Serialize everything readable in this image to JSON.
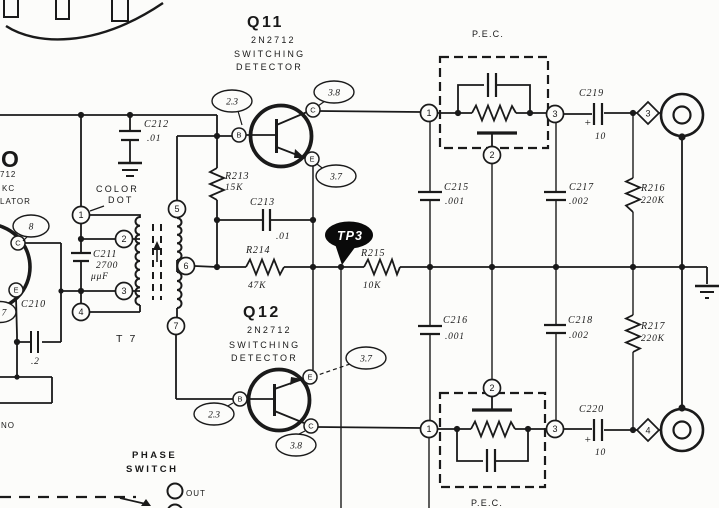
{
  "q11": {
    "ref": "Q11",
    "part": "2N2712",
    "role1": "SWITCHING",
    "role2": "DETECTOR",
    "v_base": "2.3",
    "v_collector": "3.8",
    "v_emitter": "3.7"
  },
  "q12": {
    "ref": "Q12",
    "part": "2N2712",
    "role1": "SWITCHING",
    "role2": "DETECTOR",
    "v_base": "2.3",
    "v_collector": "3.8",
    "v_emitter": "3.7"
  },
  "oscillator_partial": {
    "o": "O",
    "line1": "712",
    "line2": "KC",
    "line3": "LATOR",
    "v1": "8",
    "v2": "7"
  },
  "pins": {
    "b": "B",
    "c": "C",
    "e": "E"
  },
  "capacitors": {
    "c210": {
      "ref": "C210",
      "value": ".2"
    },
    "c211": {
      "ref": "C211",
      "value": "2700",
      "unit": "μμF"
    },
    "c212": {
      "ref": "C212",
      "value": ".01"
    },
    "c213": {
      "ref": "C213",
      "value": ".01"
    },
    "c215": {
      "ref": "C215",
      "value": ".001"
    },
    "c216": {
      "ref": "C216",
      "value": ".001"
    },
    "c217": {
      "ref": "C217",
      "value": ".002"
    },
    "c218": {
      "ref": "C218",
      "value": ".002"
    },
    "c219": {
      "ref": "C219",
      "value": "10",
      "polarity": "+"
    },
    "c220": {
      "ref": "C220",
      "value": "10",
      "polarity": "+"
    }
  },
  "resistors": {
    "r213": {
      "ref": "R213",
      "value": "15K"
    },
    "r214": {
      "ref": "R214",
      "value": "47K"
    },
    "r215": {
      "ref": "R215",
      "value": "10K"
    },
    "r216": {
      "ref": "R216",
      "value": "220K"
    },
    "r217": {
      "ref": "R217",
      "value": "220K"
    }
  },
  "labels": {
    "color_line1": "COLOR",
    "color_line2": "DOT",
    "transformer": "T 7",
    "pec": "P.E.C.",
    "test_point": "TP3",
    "phase_line1": "PHASE",
    "phase_line2": "SWITCH",
    "out": "OUT",
    "partial_no": "NO"
  },
  "terminals": {
    "n1": "1",
    "n2": "2",
    "n3": "3",
    "n4": "4",
    "n5": "5",
    "n6": "6",
    "n7": "7"
  },
  "jacks": {
    "j3": "3",
    "j4": "4"
  }
}
